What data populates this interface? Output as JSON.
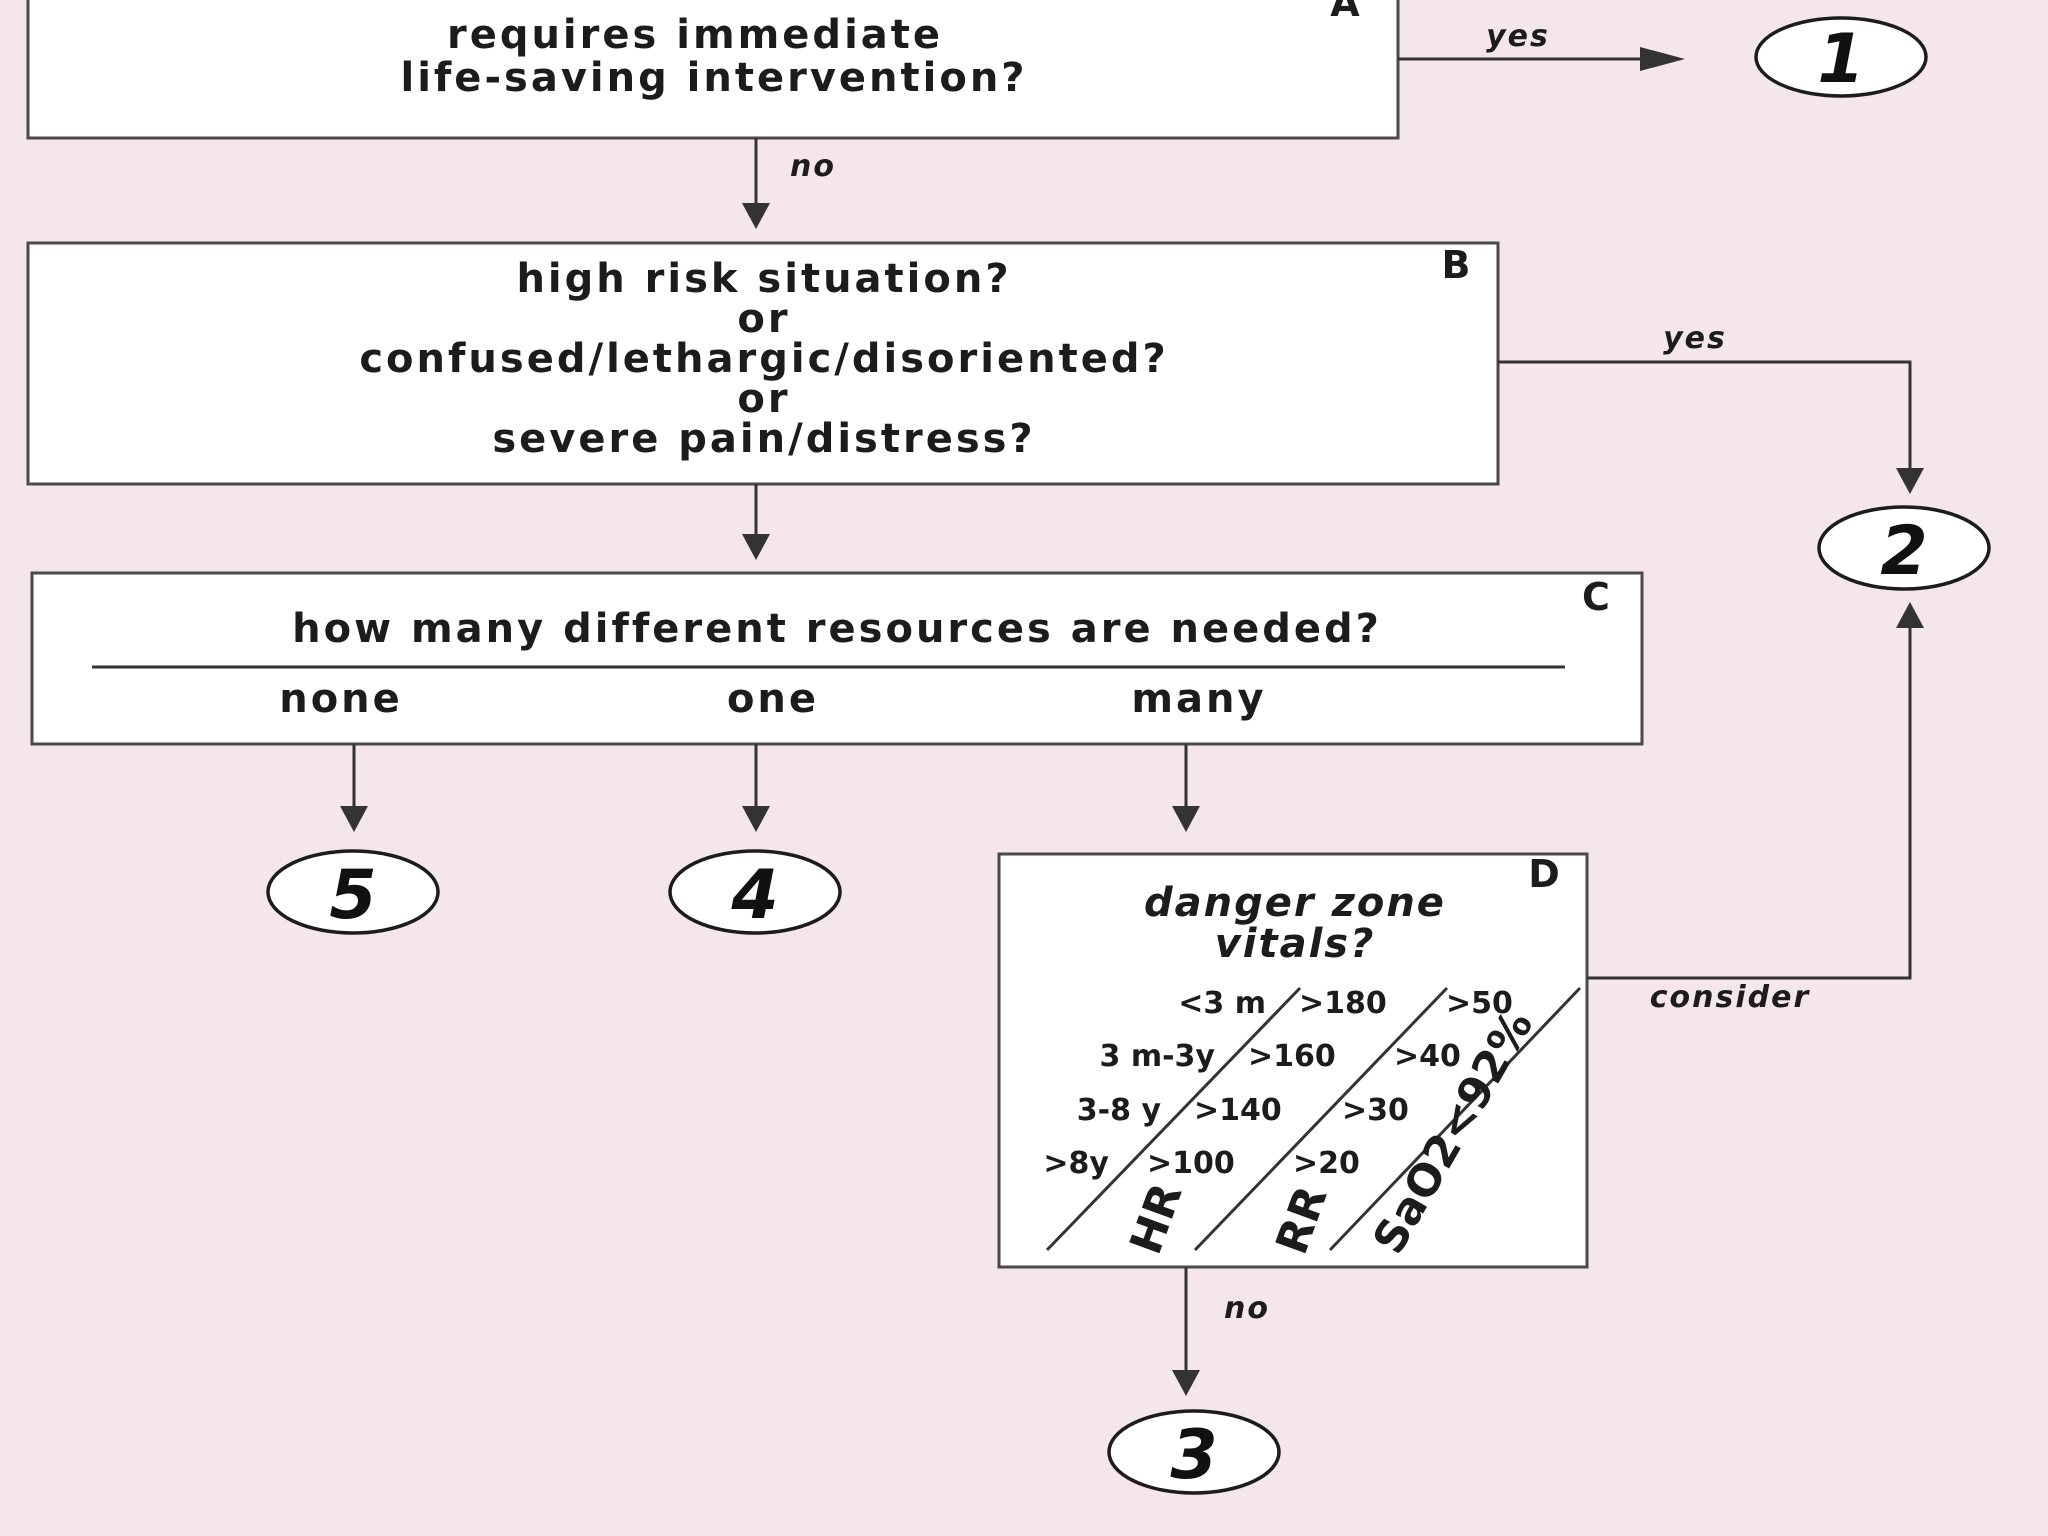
{
  "box_a": {
    "letter": "A",
    "question_lines": [
      "requires immediate",
      "life-saving intervention?"
    ],
    "yes_label": "yes",
    "no_label": "no"
  },
  "box_b": {
    "letter": "B",
    "question_lines": [
      "high risk situation?",
      "or",
      "confused/lethargic/disoriented?",
      "or",
      "severe pain/distress?"
    ],
    "yes_label": "yes"
  },
  "box_c": {
    "letter": "C",
    "question": "how many different resources are needed?",
    "options": [
      "none",
      "one",
      "many"
    ]
  },
  "box_d": {
    "letter": "D",
    "title_lines": [
      "danger zone",
      "vitals?"
    ],
    "rows": [
      {
        "age": "<3 m",
        "hr": ">180",
        "rr": ">50"
      },
      {
        "age": "3 m-3y",
        "hr": ">160",
        "rr": ">40"
      },
      {
        "age": "3-8 y",
        "hr": ">140",
        "rr": ">30"
      },
      {
        "age": ">8y",
        "hr": ">100",
        "rr": ">20"
      }
    ],
    "column_headers": {
      "hr": "HR",
      "rr": "RR",
      "sao2": "SaO2<92%"
    },
    "consider_label": "consider",
    "no_label": "no"
  },
  "levels": {
    "l1": "1",
    "l2": "2",
    "l3": "3",
    "l4": "4",
    "l5": "5"
  }
}
